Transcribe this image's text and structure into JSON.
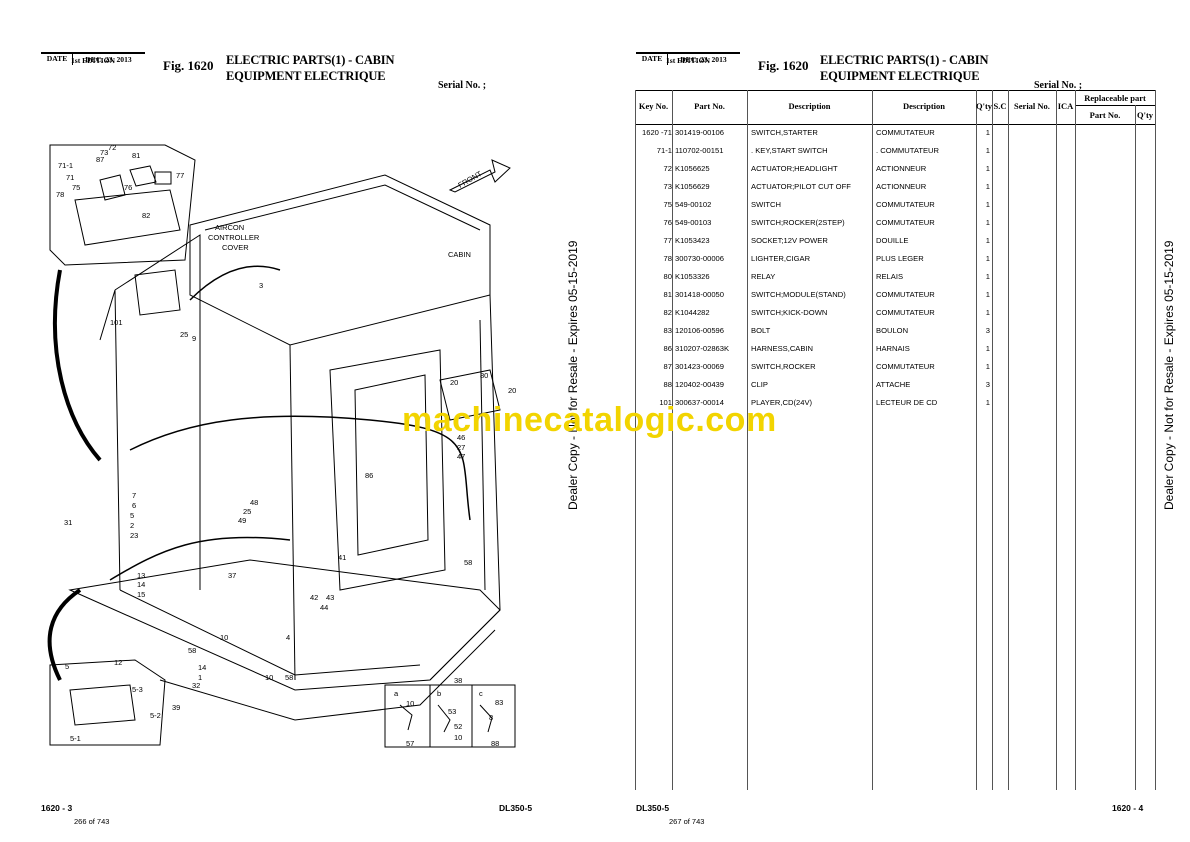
{
  "left_page": {
    "date_label": "DATE",
    "date_value": "DEC. 23, 2013",
    "edition": "1st EDITION",
    "fig_label": "Fig. 1620",
    "title_en": "ELECTRIC PARTS(1) - CABIN",
    "title_fr": "EQUIPMENT ELECTRIQUE",
    "serial": "Serial No. ;",
    "page_no": "1620 - 3",
    "page_count": "266 of 743",
    "model": "DL350-5",
    "diagram_labels": {
      "aircon": "AIRCON",
      "controller": "CONTROLLER",
      "cover": "COVER",
      "front": "FRONT",
      "cabin": "CABIN"
    },
    "callouts": [
      "71-1",
      "71",
      "73",
      "72",
      "87",
      "76",
      "81",
      "77",
      "78",
      "75",
      "82",
      "101",
      "3",
      "25",
      "9",
      "20",
      "80",
      "20",
      "46",
      "27",
      "47",
      "86",
      "48",
      "25",
      "49",
      "31",
      "7",
      "6",
      "5",
      "2",
      "23",
      "13",
      "14",
      "15",
      "37",
      "41",
      "42",
      "43",
      "44",
      "58",
      "10",
      "4",
      "58",
      "14",
      "1",
      "12",
      "32",
      "39",
      "10",
      "58",
      "38",
      "5",
      "5-3",
      "5-2",
      "5-1",
      "a",
      "b",
      "c",
      "10",
      "57",
      "53",
      "52",
      "10",
      "83",
      "8",
      "88"
    ]
  },
  "right_page": {
    "date_label": "DATE",
    "date_value": "DEC. 23, 2013",
    "edition": "1st EDITION",
    "fig_label": "Fig. 1620",
    "title_en": "ELECTRIC PARTS(1) - CABIN",
    "title_fr": "EQUIPMENT ELECTRIQUE",
    "serial": "Serial No. ;",
    "page_no": "1620 - 4",
    "page_count": "267 of 743",
    "model": "DL350-5",
    "headers": {
      "key_no": "Key No.",
      "part_no": "Part No.",
      "desc_en": "Description",
      "desc_fr": "Description",
      "qty": "Q'ty",
      "sc": "S.C",
      "serial_no": "Serial No.",
      "ica": "ICA",
      "replaceable": "Replaceable part",
      "rep_part_no": "Part No.",
      "rep_qty": "Q'ty"
    },
    "parts": [
      {
        "key": "1620 -71",
        "part": "301419-00106",
        "en": "SWITCH,STARTER",
        "fr": "COMMUTATEUR",
        "qty": "1"
      },
      {
        "key": "71-1",
        "part": "110702-00151",
        "en": ". KEY,START SWITCH",
        "fr": ". COMMUTATEUR",
        "qty": "1"
      },
      {
        "key": "72",
        "part": "K1056625",
        "en": "ACTUATOR;HEADLIGHT",
        "fr": "ACTIONNEUR",
        "qty": "1"
      },
      {
        "key": "73",
        "part": "K1056629",
        "en": "ACTUATOR;PILOT CUT OFF",
        "fr": "ACTIONNEUR",
        "qty": "1"
      },
      {
        "key": "75",
        "part": "549-00102",
        "en": "SWITCH",
        "fr": "COMMUTATEUR",
        "qty": "1"
      },
      {
        "key": "76",
        "part": "549-00103",
        "en": "SWITCH;ROCKER(2STEP)",
        "fr": "COMMUTATEUR",
        "qty": "1"
      },
      {
        "key": "77",
        "part": "K1053423",
        "en": "SOCKET;12V POWER",
        "fr": "DOUILLE",
        "qty": "1"
      },
      {
        "key": "78",
        "part": "300730-00006",
        "en": "LIGHTER,CIGAR",
        "fr": "PLUS LEGER",
        "qty": "1"
      },
      {
        "key": "80",
        "part": "K1053326",
        "en": "RELAY",
        "fr": "RELAIS",
        "qty": "1"
      },
      {
        "key": "81",
        "part": "301418-00050",
        "en": "SWITCH;MODULE(STAND)",
        "fr": "COMMUTATEUR",
        "qty": "1"
      },
      {
        "key": "82",
        "part": "K1044282",
        "en": "SWITCH;KICK-DOWN",
        "fr": "COMMUTATEUR",
        "qty": "1"
      },
      {
        "key": "83",
        "part": "120106-00596",
        "en": "BOLT",
        "fr": "BOULON",
        "qty": "3"
      },
      {
        "key": "86",
        "part": "310207-02863K",
        "en": "HARNESS,CABIN",
        "fr": "HARNAIS",
        "qty": "1"
      },
      {
        "key": "87",
        "part": "301423-00069",
        "en": "SWITCH,ROCKER",
        "fr": "COMMUTATEUR",
        "qty": "1"
      },
      {
        "key": "88",
        "part": "120402-00439",
        "en": "CLIP",
        "fr": "ATTACHE",
        "qty": "3"
      },
      {
        "key": "101",
        "part": "300637-00014",
        "en": "PLAYER,CD(24V)",
        "fr": "LECTEUR DE CD",
        "qty": "1"
      }
    ]
  },
  "watermark": "machinecatalogic.com",
  "dealer_notice": "Dealer Copy - Not for Resale - Expires 05-15-2019",
  "colors": {
    "watermark": "#f2d400",
    "ink": "#000000"
  }
}
